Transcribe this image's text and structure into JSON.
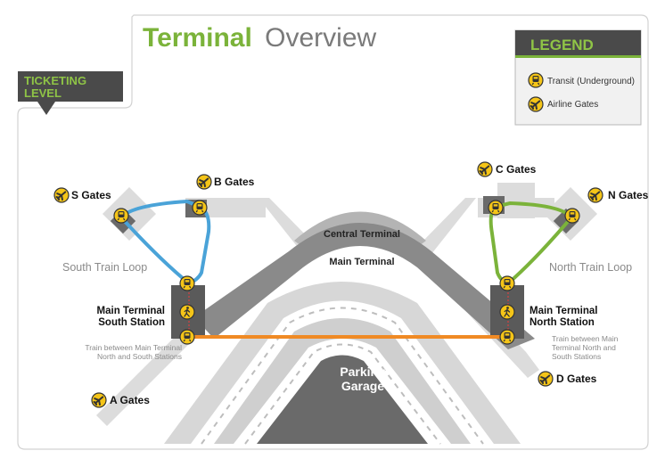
{
  "header": {
    "title_bold": "Terminal",
    "title_light": "Overview",
    "title_bold_color": "#7bb33a",
    "title_light_color": "#7a7a7a"
  },
  "level_tag": {
    "line1": "TICKETING",
    "line2": "LEVEL",
    "text_color": "#8fc446",
    "bg_color": "#4a4a4a"
  },
  "legend": {
    "title": "LEGEND",
    "items": [
      {
        "icon": "train-icon",
        "label": "Transit (Underground)"
      },
      {
        "icon": "airplane-icon",
        "label": "Airline Gates"
      }
    ]
  },
  "gates": {
    "s": "S Gates",
    "b": "B Gates",
    "c": "C Gates",
    "n": "N Gates",
    "a": "A Gates",
    "d": "D Gates"
  },
  "buildings": {
    "central_terminal": "Central Terminal",
    "main_terminal": "Main Terminal",
    "parking_line1": "Parking",
    "parking_line2": "Garage"
  },
  "train_loops": {
    "south": "South Train Loop",
    "north": "North Train Loop",
    "south_color": "#4aa3d8",
    "north_color": "#7bb33a",
    "shuttle_color": "#f08a24"
  },
  "stations": {
    "south_line1": "Main Terminal",
    "south_line2": "South Station",
    "north_line1": "Main Terminal",
    "north_line2": "North Station"
  },
  "notes": {
    "south_line1": "Train between Main Terminal",
    "south_line2": "North and South Stations",
    "north_line1": "Train between Main",
    "north_line2": "Terminal North and",
    "north_line3": "South Stations"
  },
  "colors": {
    "icon_fill": "#f5c518",
    "concourse": "#dcdcdc",
    "station_box": "#5a5a5a"
  }
}
